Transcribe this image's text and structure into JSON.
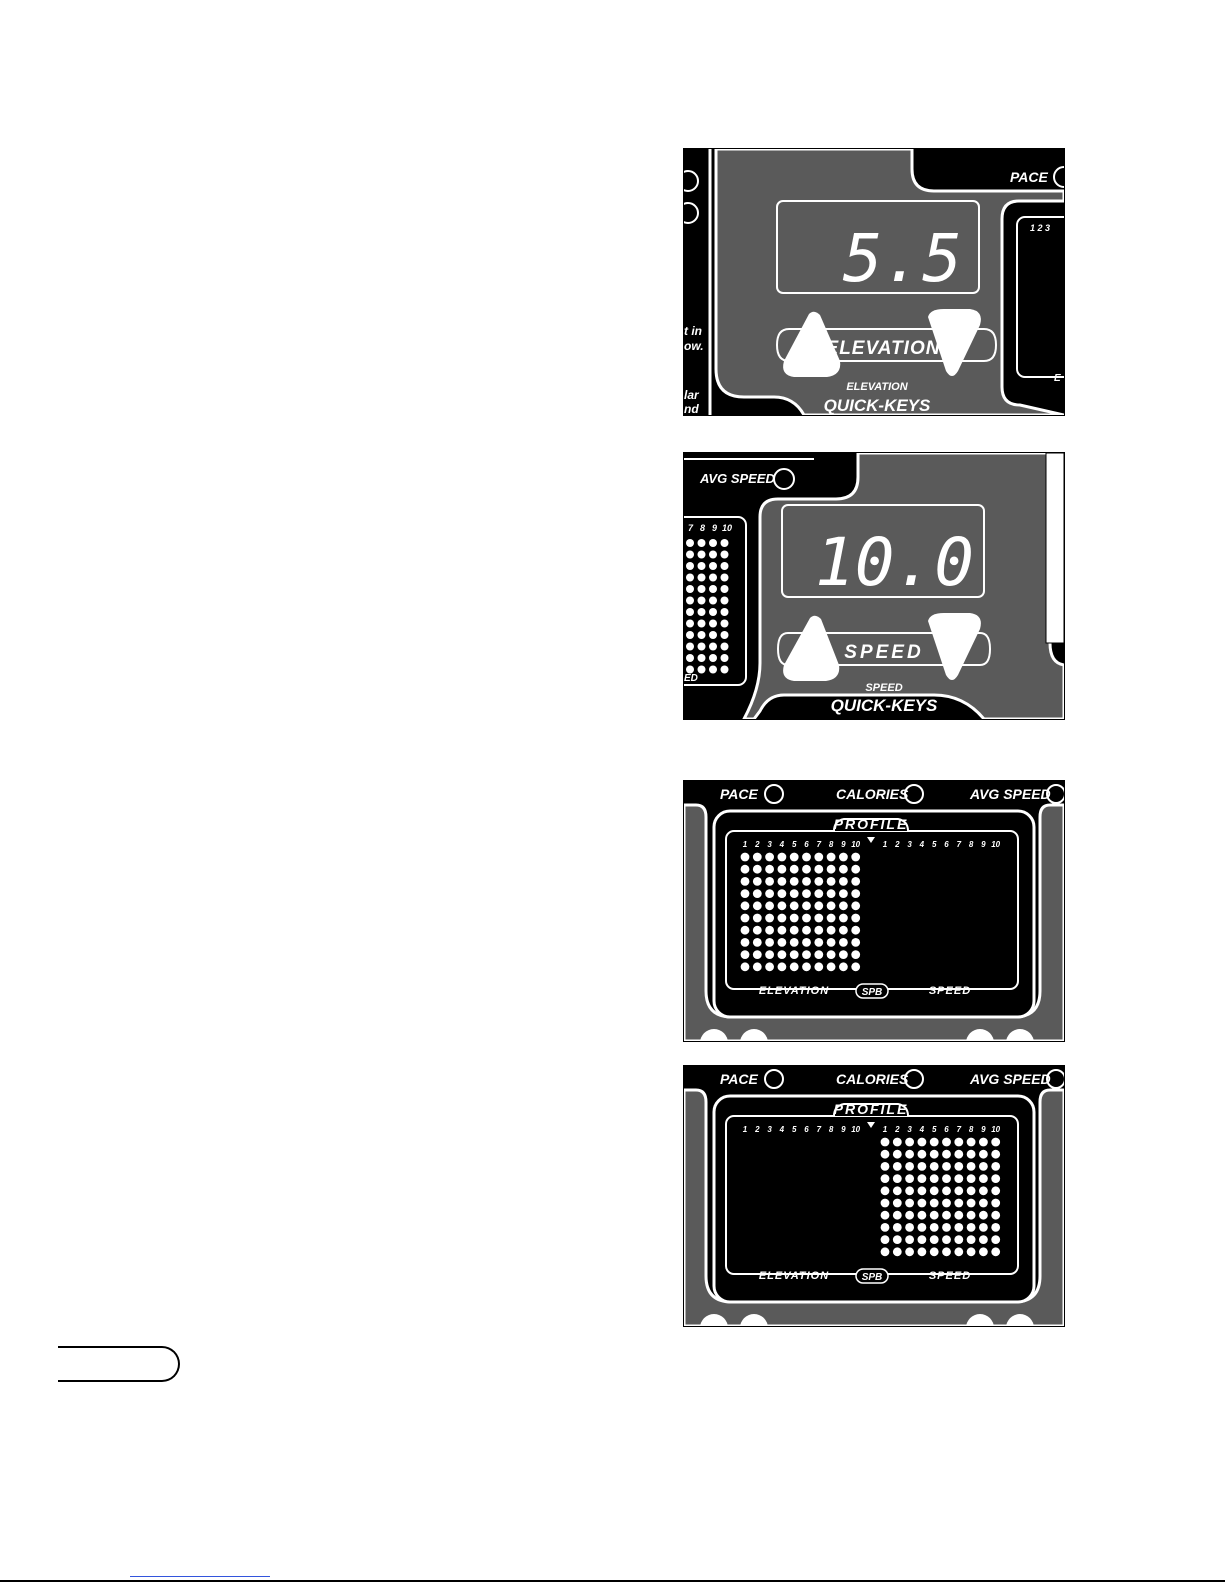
{
  "panel_elevation": {
    "display_value": "5.5",
    "key_label": "ELEVATION",
    "caption_small": "ELEVATION",
    "caption_large": "QUICK-KEYS",
    "top_label": "PACE",
    "profile_numbers": "1 2 3",
    "edge_text_1": "t in",
    "edge_text_2": "ow.",
    "edge_text_3": "lar",
    "edge_text_4": "nd",
    "edge_text_5": "E"
  },
  "panel_speed": {
    "display_value": "10.0",
    "key_label": "SPEED",
    "caption_small": "SPEED",
    "caption_large": "QUICK-KEYS",
    "top_label": "AVG SPEED",
    "column_numbers": [
      "7",
      "8",
      "9",
      "10"
    ],
    "edge_text": "ED"
  },
  "panel_profile_elevation": {
    "labels": {
      "pace": "PACE",
      "calories": "CALORIES",
      "avg_speed": "AVG SPEED"
    },
    "profile_title": "PROFILE",
    "column_numbers": [
      "1",
      "2",
      "3",
      "4",
      "5",
      "6",
      "7",
      "8",
      "9",
      "10"
    ],
    "bottom_left": "ELEVATION",
    "bottom_center": "SPB",
    "bottom_right": "SPEED",
    "lit_side": "left",
    "dot_rows": 10,
    "dot_cols": 10
  },
  "panel_profile_speed": {
    "labels": {
      "pace": "PACE",
      "calories": "CALORIES",
      "avg_speed": "AVG SPEED"
    },
    "profile_title": "PROFILE",
    "column_numbers": [
      "1",
      "2",
      "3",
      "4",
      "5",
      "6",
      "7",
      "8",
      "9",
      "10"
    ],
    "bottom_left": "ELEVATION",
    "bottom_center": "SPB",
    "bottom_right": "SPEED",
    "lit_side": "right",
    "dot_rows": 10,
    "dot_cols": 10
  },
  "colors": {
    "console_gray": "#5a5a5a",
    "panel_black": "#000000",
    "lit": "#ffffff"
  }
}
